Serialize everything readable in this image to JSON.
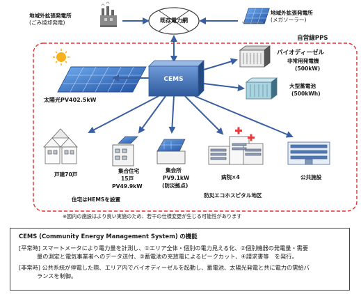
{
  "labels": {
    "remote_plant_left": "地域外拡張発電所",
    "remote_plant_left_sub": "(ごみ焼却発電)",
    "remote_plant_right": "地域外拡張発電所",
    "remote_plant_right_sub": "(メガソーラー)",
    "grid": "既存電力網",
    "pps": "自営線PPS",
    "cems": "CEMS",
    "solar_main": "太陽光PV402.5kW",
    "biodiesel_1": "バイオディーゼル",
    "biodiesel_2": "非常用発電機",
    "biodiesel_3": "(500kW)",
    "battery_1": "大型蓄電池",
    "battery_2": "(500kWh)",
    "houses": "戸建70戸",
    "apartment_1": "集合住宅",
    "apartment_2": "15戸",
    "apartment_3": "PV49.9kW",
    "community_1": "集会所",
    "community_2": "PV9.1kW",
    "community_3": "(防災拠点)",
    "hospital": "病院×4",
    "hospital_area": "防災エコホスピタル地区",
    "public": "公共施設",
    "hems": "住宅はHEMSを設置",
    "footnote": "※図内の施設はより良い実施のため、若干の仕様変更が生じる可能性があります"
  },
  "note": {
    "title": "CEMS (Community Energy Management System) の機能",
    "line1": "[平常時] スマートメータにより電力量を計測し、①エリア全体・個別の電力見える化、②個別機器の発電量・需要",
    "line2": "量の測定と電気事業者へのデータ送付、③蓄電池の充放電によるピークカット、④請求書等　を発行。",
    "line3": "[非常時] 公共系統が停電した際、エリア内でバイオディーゼルを起動し、蓄電池、太陽光発電と共に電力の需給バ",
    "line4": "ランスを制御。"
  },
  "colors": {
    "arrow": "#3a5fa0",
    "dashed_border": "#e03030",
    "cems_box": "#3f6fb5",
    "solar": "#3f7fd0"
  }
}
